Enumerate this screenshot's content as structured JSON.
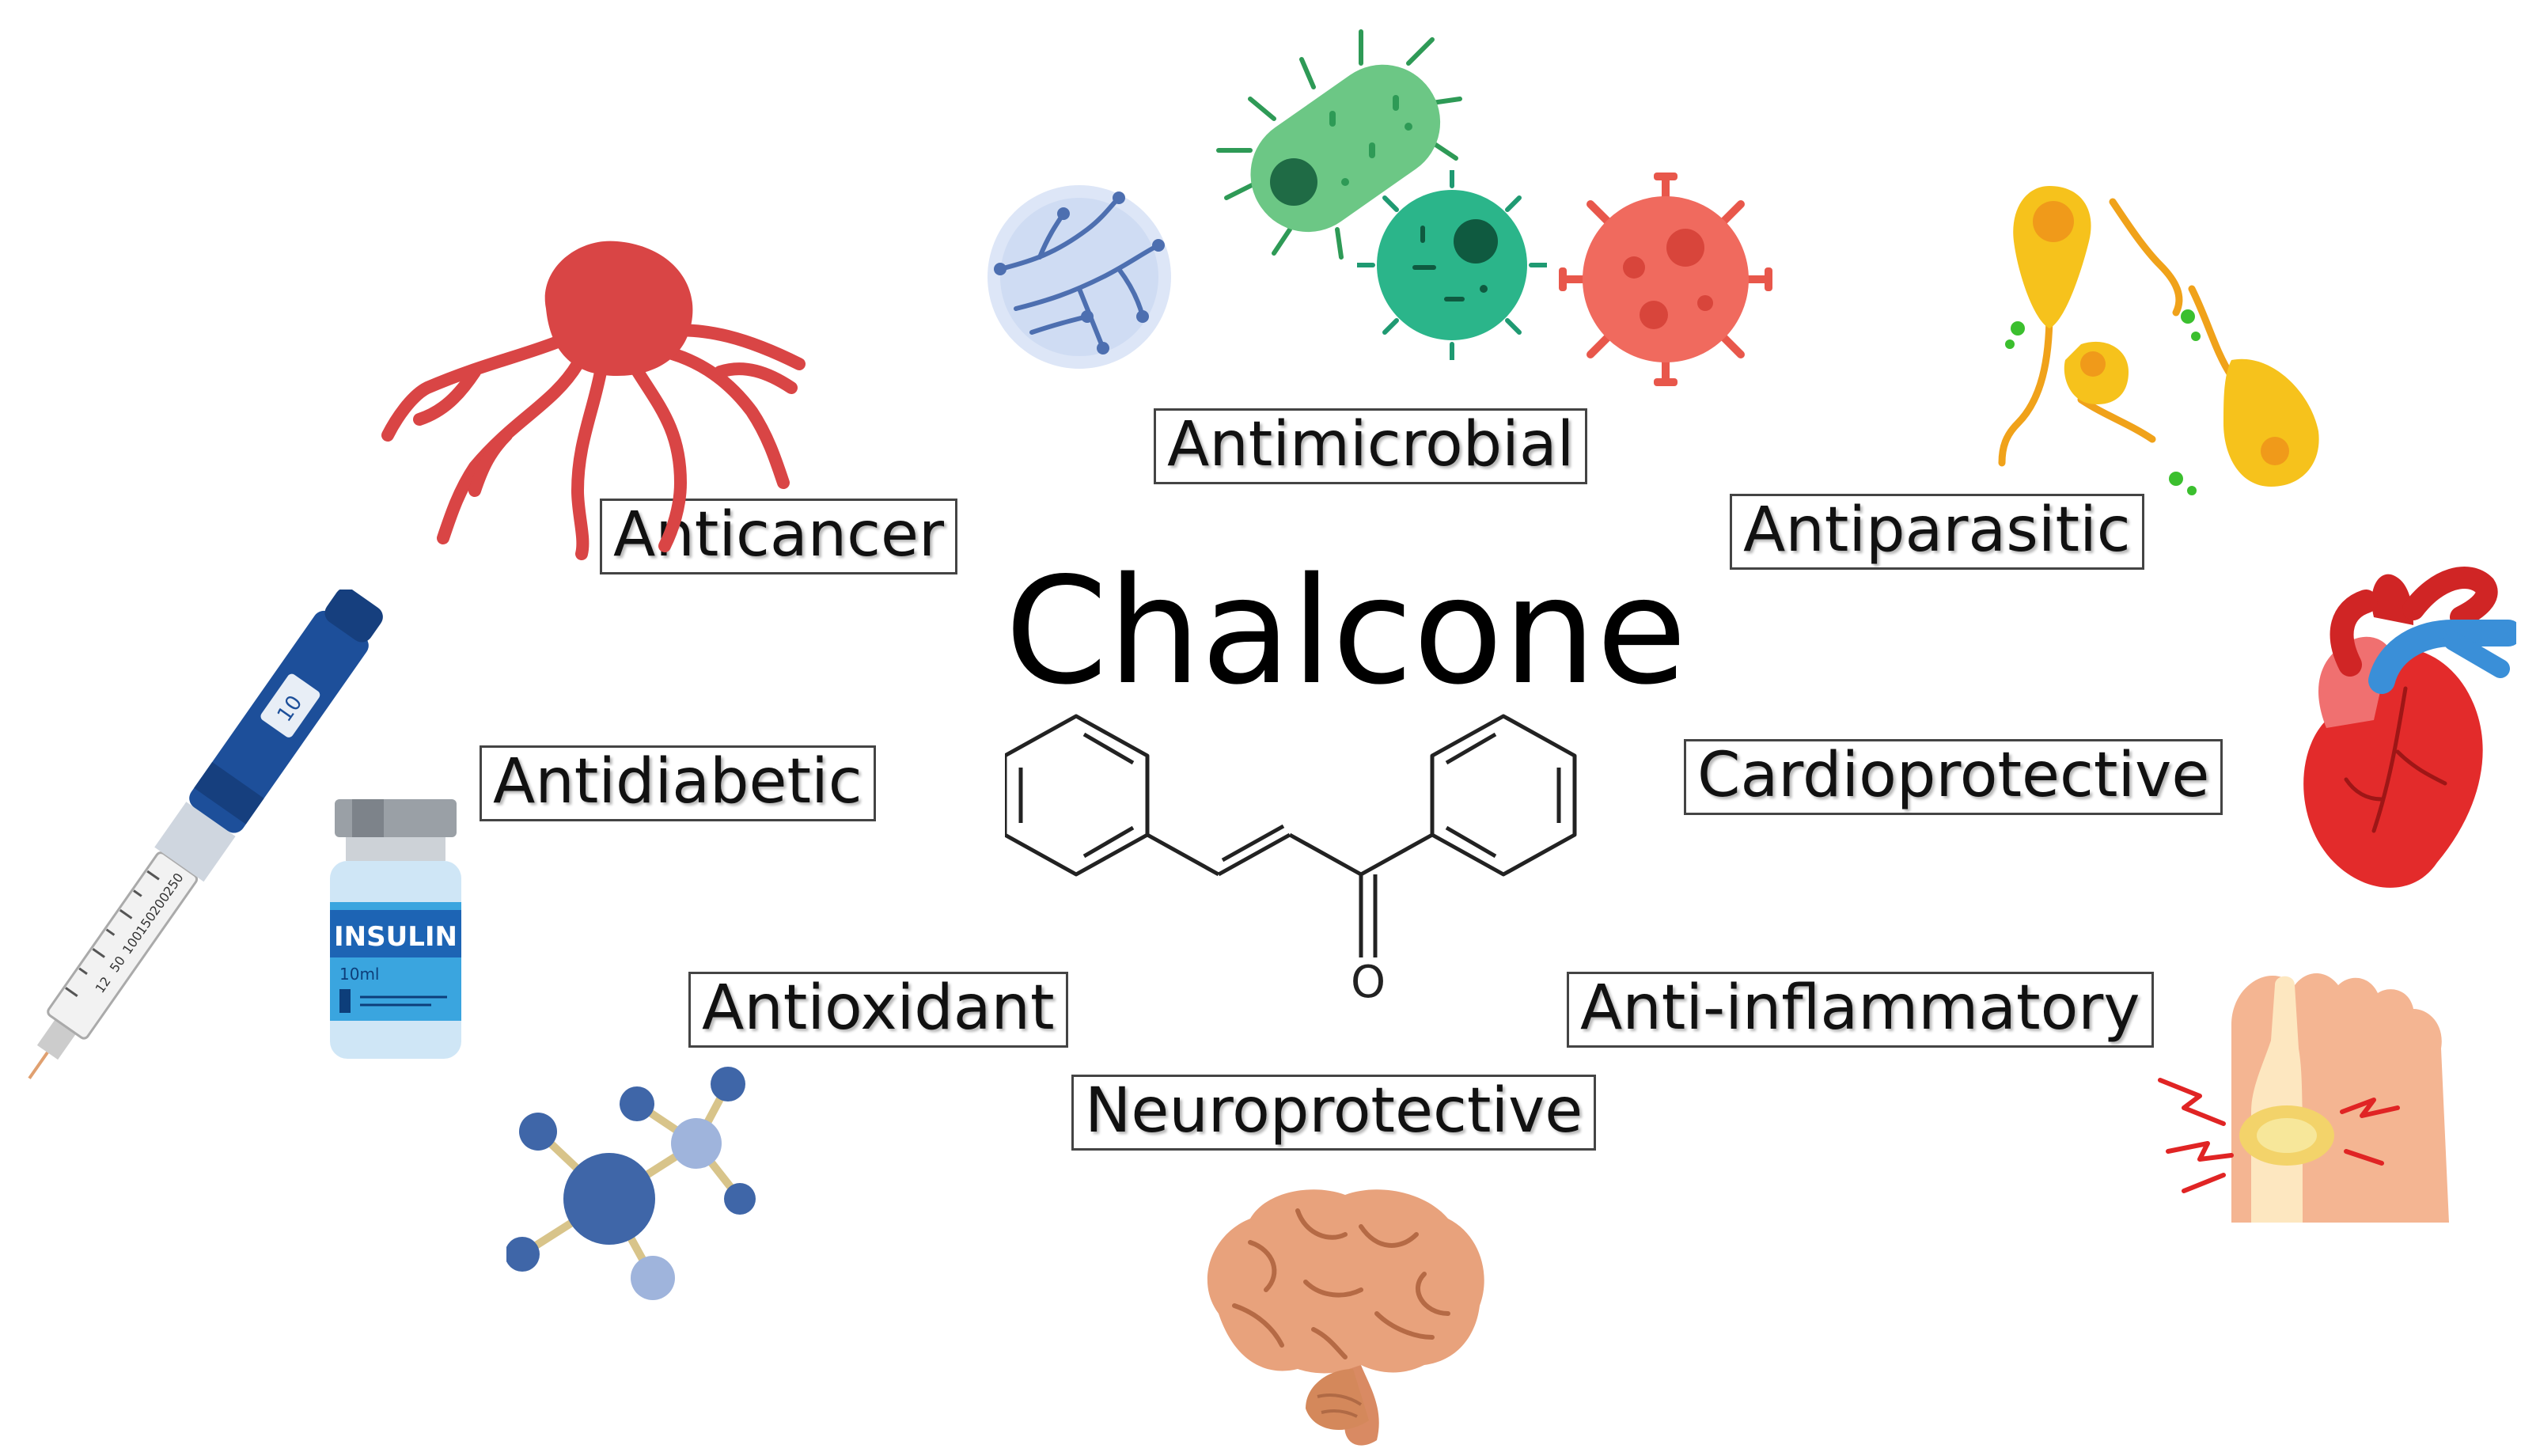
{
  "title": "Chalcone",
  "molecule": {
    "oxygen_symbol": "O"
  },
  "insulin_vial": {
    "brand": "INSULIN",
    "volume": "10ml"
  },
  "insulin_pen": {
    "dose_marks": [
      "250",
      "200",
      "150",
      "100",
      "50",
      "12"
    ],
    "dial": "10"
  },
  "activities": {
    "anticancer": "Anticancer",
    "antimicrobial": "Antimicrobial",
    "antiparasitic": "Antiparasitic",
    "antidiabetic": "Antidiabetic",
    "cardioprotective": "Cardioprotective",
    "antioxidant": "Antioxidant",
    "anti_inflammatory": "Anti-inflammatory",
    "neuroprotective": "Neuroprotective"
  },
  "colors": {
    "cancer": "#d94545",
    "bacteria_green": "#6cc785",
    "virus_teal": "#2bb58a",
    "virus_red": "#f06a5e",
    "fungus_blue": "#4d6fb0",
    "parasite_yellow": "#f6c21c",
    "heart_red": "#e32b2b",
    "heart_blue": "#3a8fd8",
    "pen_blue": "#1d4f9a",
    "molecule_blue": "#3f66a8",
    "brain": "#e8a27c",
    "foot": "#f4b592"
  }
}
